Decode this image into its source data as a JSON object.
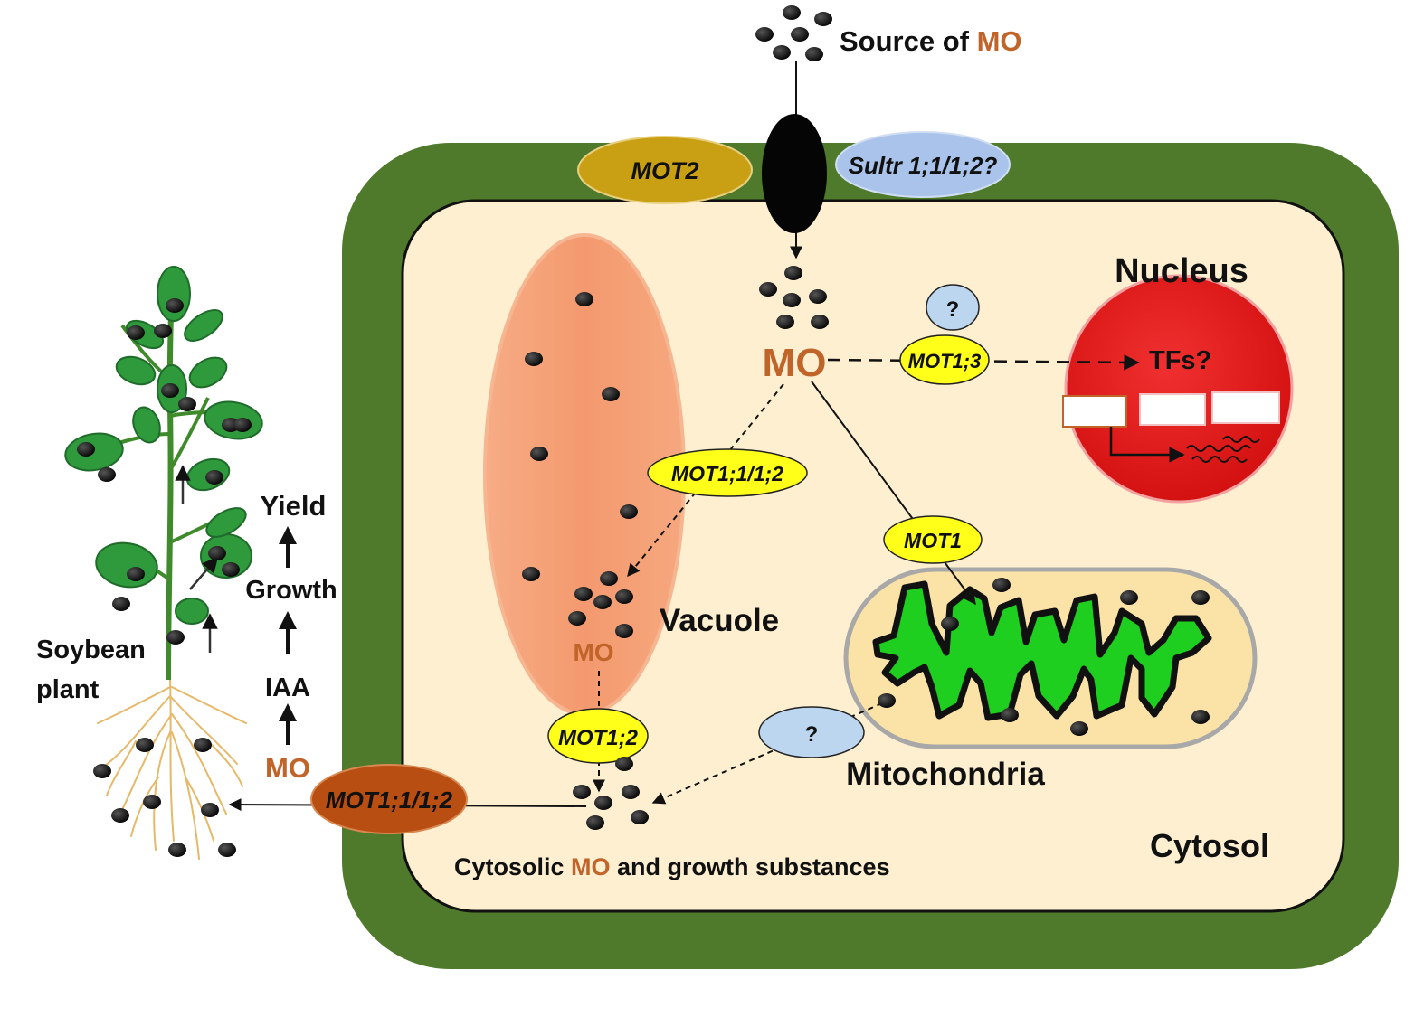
{
  "source": {
    "prefix": "Source of ",
    "mo": "MO"
  },
  "transporters": {
    "mot2": "MOT2",
    "sultr": "Sultr 1;1/1;2?",
    "mot13": "MOT1;3",
    "mot11_12_vac": "MOT1;1/1;2",
    "mot1": "MOT1",
    "mot12": "MOT1;2",
    "mot11_12_out": "MOT1;1/1;2",
    "unknown_top": "?",
    "unknown_mito": "?"
  },
  "labels": {
    "mo_center": "MO",
    "mo_vacuole": "MO",
    "nucleus": "Nucleus",
    "tfs": "TFs?",
    "vacuole": "Vacuole",
    "mitochondria": "Mitochondria",
    "cytosol": "Cytosol",
    "cytosolic_prefix": "Cytosolic ",
    "cytosolic_mo": "MO",
    "cytosolic_suffix": " and growth substances"
  },
  "plant": {
    "name_line1": "Soybean",
    "name_line2": "plant",
    "chain": {
      "yield": "Yield",
      "growth": "Growth",
      "iaa": "IAA",
      "mo": "MO"
    }
  },
  "colors": {
    "cell_wall": "#4f7a2c",
    "cytoplasm": "#fdefd0",
    "vacuole": "#f4956a",
    "nucleus": "#e01818",
    "mitochondria_matrix": "#fbe3a8",
    "cristae": "#1fcf1f",
    "mo_text": "#c0642a",
    "mot2": "#c9a014",
    "sultr": "#a9c3ea",
    "mot1_family": "#ffff1a",
    "root_transporter": "#b94e12",
    "unknown_bubble": "#bcd6f0"
  }
}
